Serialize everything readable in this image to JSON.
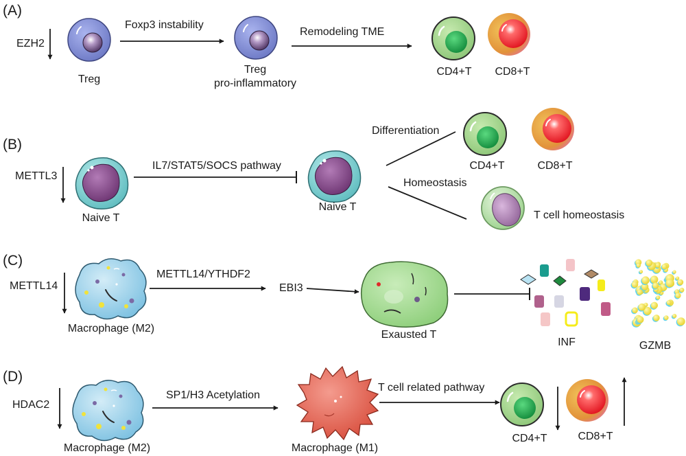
{
  "panels": {
    "a": {
      "letter": "(A)",
      "regulator": "EZH2",
      "arrow1_label": "Foxp3 instability",
      "arrow2_label": "Remodeling TME",
      "cell1": "Treg",
      "cell2_line1": "Treg",
      "cell2_line2": "pro-inflammatory",
      "cd4": "CD4+T",
      "cd8": "CD8+T"
    },
    "b": {
      "letter": "(B)",
      "regulator": "METTL3",
      "pathway_label": "IL7/STAT5/SOCS pathway",
      "cell1": "Naive T",
      "cell2": "Naive T",
      "differentiation": "Differentiation",
      "homeostasis": "Homeostasis",
      "cd4": "CD4+T",
      "cd8": "CD8+T",
      "homeostasis_cell": "T cell homeostasis"
    },
    "c": {
      "letter": "(C)",
      "regulator": "METTL14",
      "arrow_label": "METTL14/YTHDF2",
      "ebi3": "EBI3",
      "cell1": "Macrophage (M2)",
      "cell2": "Exausted T",
      "inf": "INF",
      "gzmb": "GZMB"
    },
    "d": {
      "letter": "(D)",
      "regulator": "HDAC2",
      "arrow1_label": "SP1/H3 Acetylation",
      "arrow2_label": "T cell related pathway",
      "cell1": "Macrophage (M2)",
      "cell2": "Macrophage (M1)",
      "cd4": "CD4+T",
      "cd8": "CD8+T"
    }
  },
  "colors": {
    "treg_membrane": "#7b86cf",
    "treg_nucleus": "#5a3f6e",
    "naive_cytoplasm": "#7fd0d0",
    "naive_nucleus": "#8a4f8e",
    "cd4_membrane": "#9fd28a",
    "cd4_nucleus": "#1fae4f",
    "cd8_outer": "#e3a23c",
    "cd8_nucleus": "#f0242e",
    "macrophage_m2": "#98cde7",
    "macrophage_m1": "#ea7162",
    "exhausted_t": "#a7dc95",
    "granule_yellow": "#f3e63a",
    "granule_blue": "#5fd3f2"
  }
}
